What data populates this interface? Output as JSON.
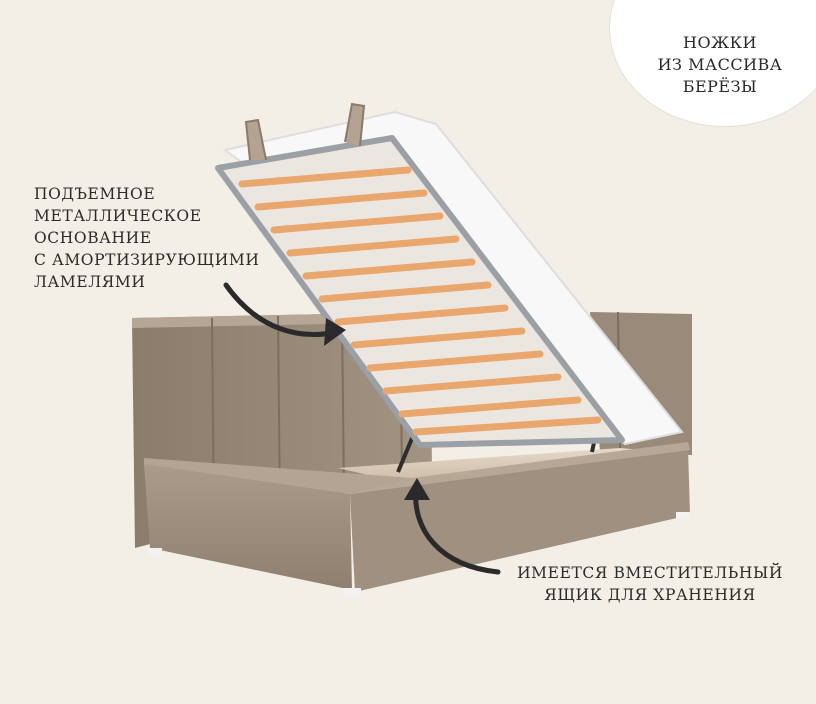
{
  "badge": {
    "lines": [
      "НОЖКИ",
      "ИЗ МАССИВА",
      "БЕРЁЗЫ"
    ]
  },
  "callouts": {
    "lift": {
      "lines": [
        "ПОДЪЕМНОЕ",
        "МЕТАЛЛИЧЕСКОЕ",
        "ОСНОВАНИЕ",
        "С АМОРТИЗИРУЮЩИМИ",
        "ЛАМЕЛЯМИ"
      ]
    },
    "storage": {
      "lines": [
        "ИМЕЕТСЯ ВМЕСТИТЕЛЬНЫЙ",
        "ЯЩИК ДЛЯ ХРАНЕНИЯ"
      ]
    }
  },
  "colors": {
    "background": "#f3eee6",
    "upholstery": "#a1907f",
    "upholstery_shadow": "#8a7a6a",
    "slats": "#e8a66e",
    "frame": "#9aa0a6",
    "mattress": "#f7f7f7"
  }
}
